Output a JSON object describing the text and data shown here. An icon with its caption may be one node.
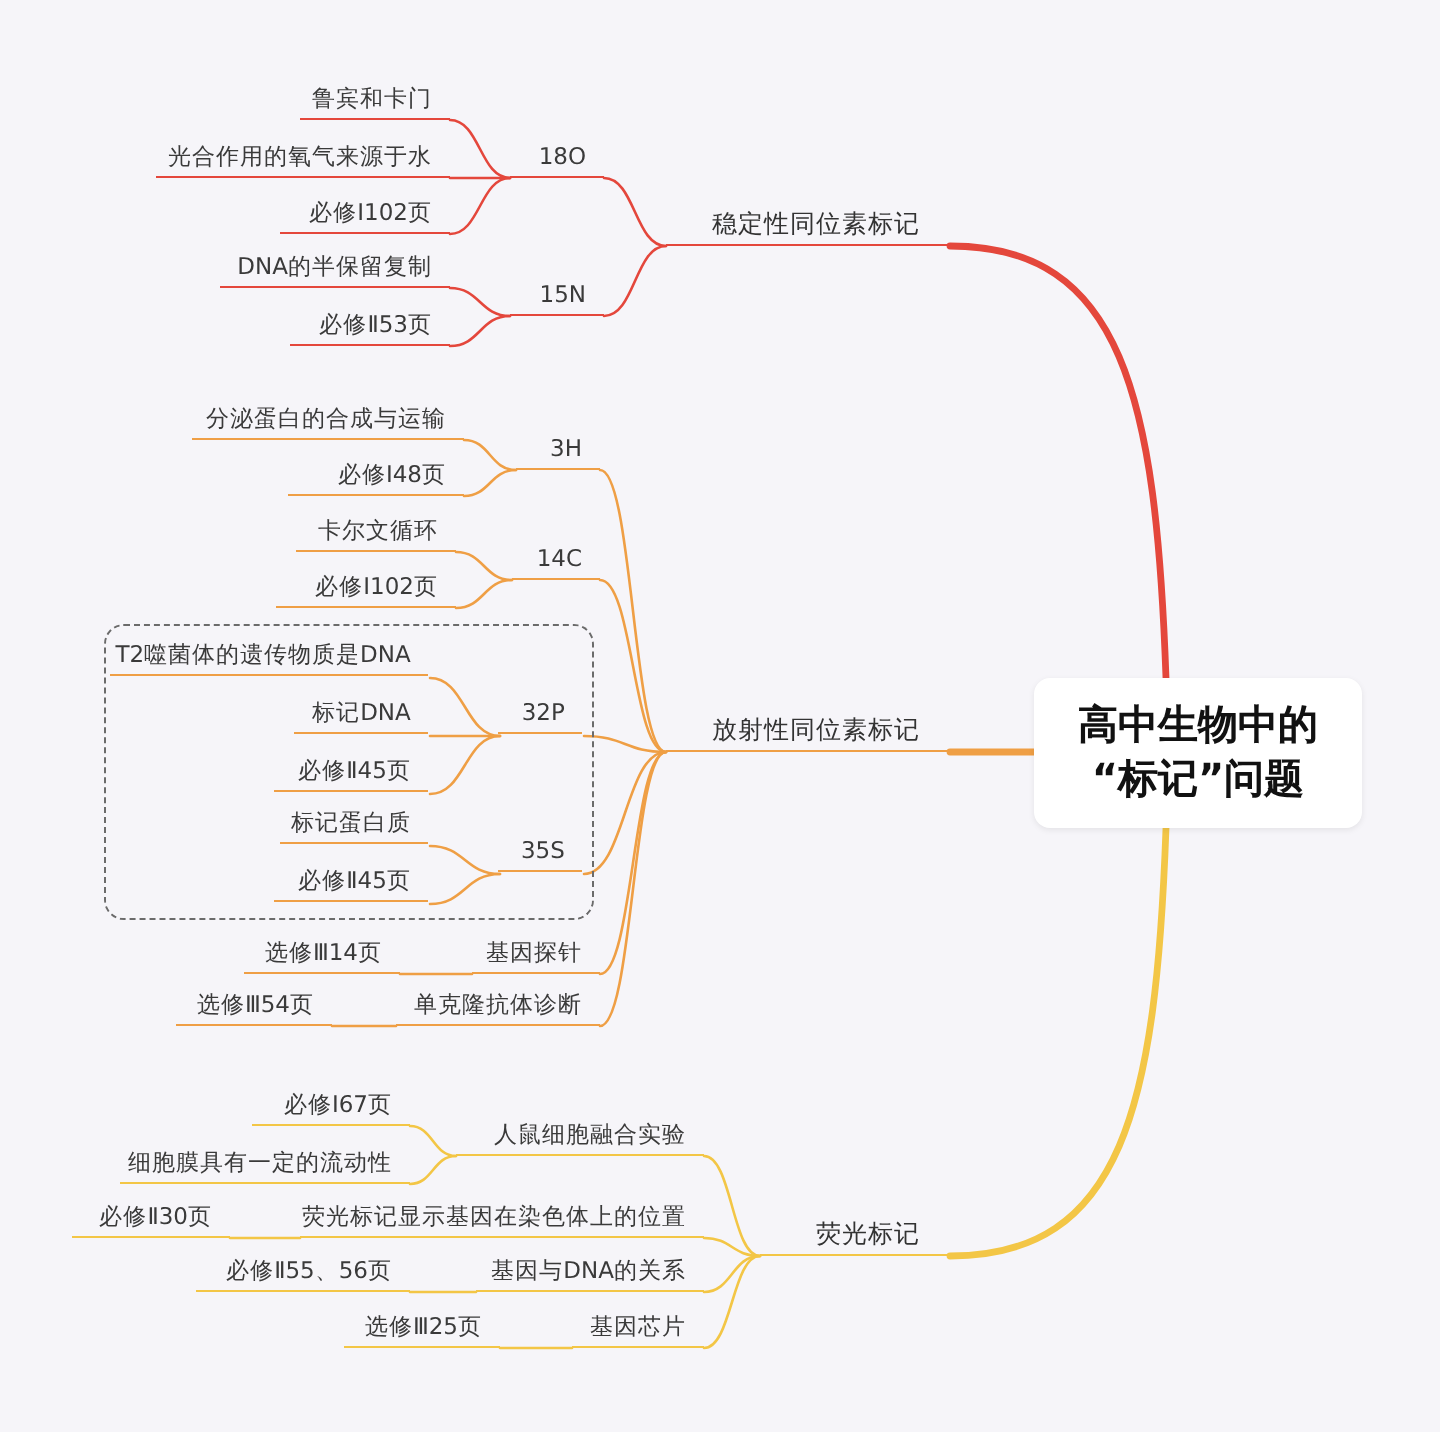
{
  "diagram": {
    "nodes": [
      {
        "text": [
          "高中生物中的“标记”问题"
        ]
      },
      {
        "text": [
          "稳定性同位素标记"
        ]
      },
      {
        "text": [
          "18O"
        ]
      },
      {
        "text": [
          "鲁宾和卡门"
        ]
      },
      {
        "text": [
          "光合作用的氧气来源于水"
        ]
      },
      {
        "text": [
          "必修Ⅰ102页"
        ]
      },
      {
        "text": [
          "15N"
        ]
      },
      {
        "text": [
          "DNA的半保留复制"
        ]
      },
      {
        "text": [
          "必修Ⅱ53页"
        ]
      },
      {
        "text": [
          "放射性同位素标记"
        ]
      },
      {
        "text": [
          "3H"
        ]
      },
      {
        "text": [
          "分泌蛋白的合成与运输"
        ]
      },
      {
        "text": [
          "必修Ⅰ48页"
        ]
      },
      {
        "text": [
          "14C"
        ]
      },
      {
        "text": [
          "卡尔文循环"
        ]
      },
      {
        "text": [
          "必修Ⅰ102页"
        ]
      },
      {
        "text": [],
        "shape": "box"
      },
      {
        "text": [
          "32P"
        ],
        "in": 16
      },
      {
        "text": [
          "T2噬菌体的遗传物质是DNA"
        ],
        "in": 16
      },
      {
        "text": [
          "标记DNA"
        ],
        "in": 16
      },
      {
        "text": [
          "必修Ⅱ45页"
        ],
        "in": 16
      },
      {
        "text": [
          "35S"
        ],
        "in": 16
      },
      {
        "text": [
          "标记蛋白质"
        ],
        "in": 16
      },
      {
        "text": [
          "必修Ⅱ45页"
        ],
        "in": 16
      },
      {
        "text": [
          "基因探针"
        ]
      },
      {
        "text": [
          "选修Ⅲ14页"
        ]
      },
      {
        "text": [
          "单克隆抗体诊断"
        ]
      },
      {
        "text": [
          "选修Ⅲ54页"
        ]
      },
      {
        "text": [
          "荧光标记"
        ]
      },
      {
        "text": [
          "人鼠细胞融合实验"
        ]
      },
      {
        "text": [
          "必修Ⅰ67页"
        ]
      },
      {
        "text": [
          "细胞膜具有一定的流动性"
        ]
      },
      {
        "text": [
          "荧光标记显示基因在染色体上的位置"
        ]
      },
      {
        "text": [
          "必修Ⅱ30页"
        ]
      },
      {
        "text": [
          "基因与DNA的关系"
        ]
      },
      {
        "text": [
          "必修Ⅱ55、56页"
        ]
      },
      {
        "text": [
          "基因芯片"
        ]
      },
      {
        "text": [
          "选修Ⅲ25页"
        ]
      }
    ],
    "edges": [
      {
        "from": 0,
        "to": 1,
        "arrow": "none",
        "style": "thick",
        "color": "#e4473c"
      },
      {
        "from": 0,
        "to": 9,
        "arrow": "none",
        "style": "thick"
      },
      {
        "from": 0,
        "to": 28,
        "arrow": "none",
        "style": "thick",
        "color": "#f3c646"
      },
      {
        "from": 1,
        "to": 2,
        "arrow": "none",
        "color": "#e4473c"
      },
      {
        "from": 1,
        "to": 6,
        "arrow": "none",
        "color": "#e4473c"
      },
      {
        "from": 2,
        "to": 3,
        "arrow": "none",
        "color": "#e4473c"
      },
      {
        "from": 2,
        "to": 4,
        "arrow": "none",
        "color": "#e4473c"
      },
      {
        "from": 2,
        "to": 5,
        "arrow": "none",
        "color": "#e4473c"
      },
      {
        "from": 6,
        "to": 7,
        "arrow": "none",
        "color": "#e4473c"
      },
      {
        "from": 6,
        "to": 8,
        "arrow": "none",
        "color": "#e4473c"
      },
      {
        "from": 9,
        "to": 10,
        "arrow": "none"
      },
      {
        "from": 9,
        "to": 13,
        "arrow": "none"
      },
      {
        "from": 9,
        "to": 17,
        "arrow": "none"
      },
      {
        "from": 9,
        "to": 21,
        "arrow": "none"
      },
      {
        "from": 9,
        "to": 24,
        "arrow": "none"
      },
      {
        "from": 9,
        "to": 26,
        "arrow": "none"
      },
      {
        "from": 10,
        "to": 11,
        "arrow": "none"
      },
      {
        "from": 10,
        "to": 12,
        "arrow": "none"
      },
      {
        "from": 13,
        "to": 14,
        "arrow": "none"
      },
      {
        "from": 13,
        "to": 15,
        "arrow": "none"
      },
      {
        "from": 17,
        "to": 18,
        "arrow": "none"
      },
      {
        "from": 17,
        "to": 19,
        "arrow": "none"
      },
      {
        "from": 17,
        "to": 20,
        "arrow": "none"
      },
      {
        "from": 21,
        "to": 22,
        "arrow": "none"
      },
      {
        "from": 21,
        "to": 23,
        "arrow": "none"
      },
      {
        "from": 24,
        "to": 25,
        "arrow": "none"
      },
      {
        "from": 26,
        "to": 27,
        "arrow": "none"
      },
      {
        "from": 28,
        "to": 29,
        "arrow": "none",
        "color": "#f3c646"
      },
      {
        "from": 28,
        "to": 32,
        "arrow": "none",
        "color": "#f3c646"
      },
      {
        "from": 28,
        "to": 34,
        "arrow": "none",
        "color": "#f3c646"
      },
      {
        "from": 28,
        "to": 36,
        "arrow": "none",
        "color": "#f3c646"
      },
      {
        "from": 29,
        "to": 30,
        "arrow": "none",
        "color": "#f3c646"
      },
      {
        "from": 29,
        "to": 31,
        "arrow": "none",
        "color": "#f3c646"
      },
      {
        "from": 32,
        "to": 33,
        "arrow": "none",
        "color": "#f3c646"
      },
      {
        "from": 34,
        "to": 35,
        "arrow": "none",
        "color": "#f3c646"
      },
      {
        "from": 36,
        "to": 37,
        "arrow": "none",
        "color": "#f3c646"
      }
    ]
  }
}
